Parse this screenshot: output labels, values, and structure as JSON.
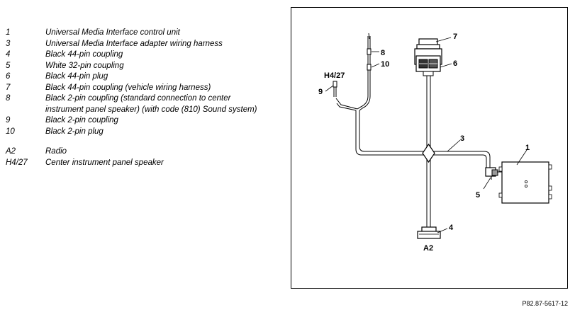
{
  "legend": {
    "items": [
      {
        "num": "1",
        "desc": "Universal Media Interface control unit"
      },
      {
        "num": "3",
        "desc": "Universal Media Interface adapter wiring harness"
      },
      {
        "num": "4",
        "desc": "Black 44-pin coupling"
      },
      {
        "num": "5",
        "desc": "White 32-pin coupling"
      },
      {
        "num": "6",
        "desc": "Black 44-pin plug"
      },
      {
        "num": "7",
        "desc": "Black 44-pin coupling (vehicle wiring harness)"
      },
      {
        "num": "8",
        "desc": "Black 2-pin coupling (standard connection to center\ninstrument panel speaker) (with code (810) Sound system)"
      },
      {
        "num": "9",
        "desc": "Black 2-pin coupling"
      },
      {
        "num": "10",
        "desc": "Black 2-pin plug"
      }
    ],
    "codes": [
      {
        "num": "A2",
        "desc": "Radio"
      },
      {
        "num": "H4/27",
        "desc": "Center instrument panel speaker"
      }
    ]
  },
  "diagram": {
    "callouts": {
      "c1": "1",
      "c3": "3",
      "c4": "4",
      "c5": "5",
      "c6": "6",
      "c7": "7",
      "c8": "8",
      "c9": "9",
      "c10": "10",
      "a2": "A2",
      "h4_27": "H4/27"
    }
  },
  "figure_ref": "P82.87-5617-12"
}
